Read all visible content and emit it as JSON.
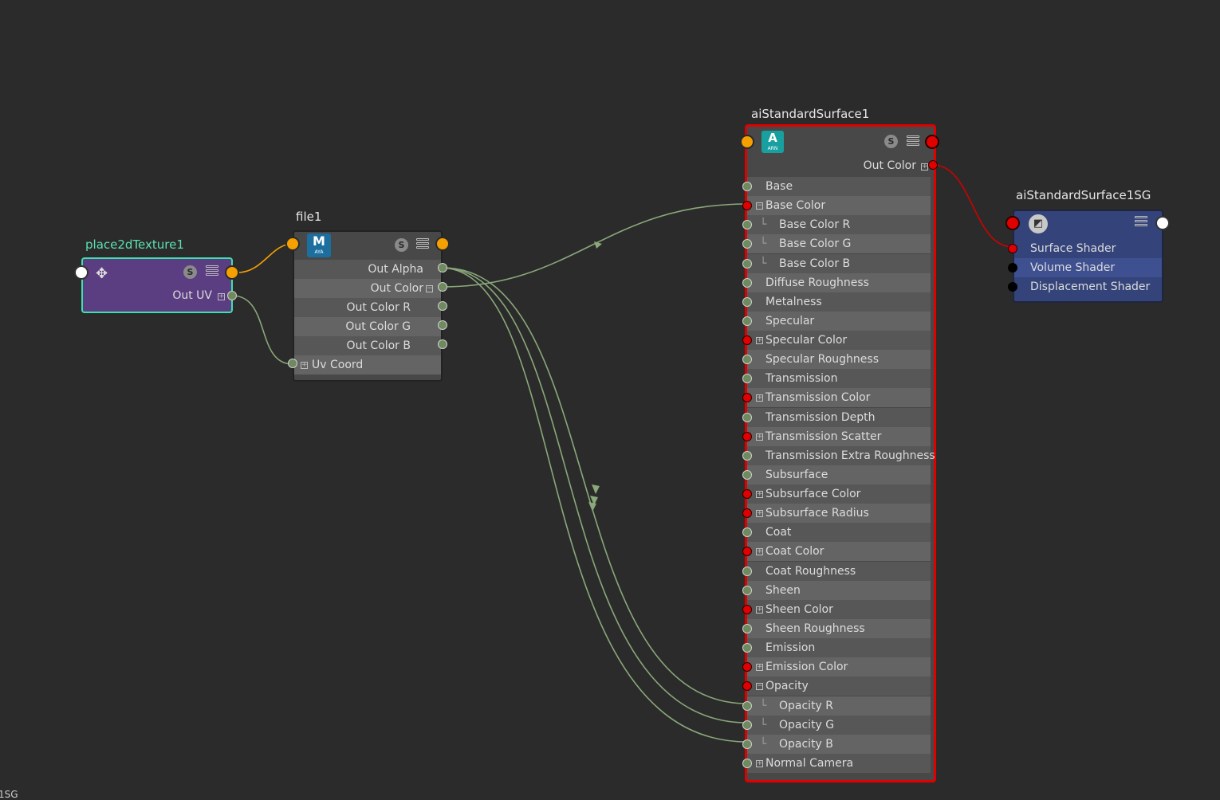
{
  "nodes": {
    "place2d": {
      "title": "place2dTexture1",
      "out_uv": "Out UV"
    },
    "file": {
      "title": "file1",
      "icon_letter": "M",
      "icon_sub": "AYA",
      "rows": [
        "Out Alpha",
        "Out Color",
        "Out Color R",
        "Out Color G",
        "Out Color B",
        "Uv Coord"
      ]
    },
    "surface": {
      "title": "aiStandardSurface1",
      "icon_letter": "A",
      "icon_sub": "ARN",
      "out_color": "Out Color",
      "attributes": [
        "Base",
        "Base Color",
        "Base Color R",
        "Base Color G",
        "Base Color B",
        "Diffuse Roughness",
        "Metalness",
        "Specular",
        "Specular Color",
        "Specular Roughness",
        "Transmission",
        "Transmission Color",
        "Transmission Depth",
        "Transmission Scatter",
        "Transmission Extra Roughness",
        "Subsurface",
        "Subsurface Color",
        "Subsurface Radius",
        "Coat",
        "Coat Color",
        "Coat Roughness",
        "Sheen",
        "Sheen Color",
        "Sheen Roughness",
        "Emission",
        "Emission Color",
        "Opacity",
        "Opacity R",
        "Opacity G",
        "Opacity B",
        "Normal Camera"
      ]
    },
    "sg": {
      "title": "aiStandardSurface1SG",
      "rows": [
        "Surface Shader",
        "Volume Shader",
        "Displacement Shader"
      ]
    }
  },
  "s_badge": "S",
  "bottom_label": "1SG",
  "colors": {
    "background": "#2b2b2b",
    "place2d_fill": "#5b3d82",
    "place2d_border": "#3ee0b0",
    "surface_border": "#e00000",
    "sg_fill": "#34447a",
    "wire_green": "#8aa87a",
    "wire_orange": "#f5a000",
    "wire_red": "#d00000"
  }
}
